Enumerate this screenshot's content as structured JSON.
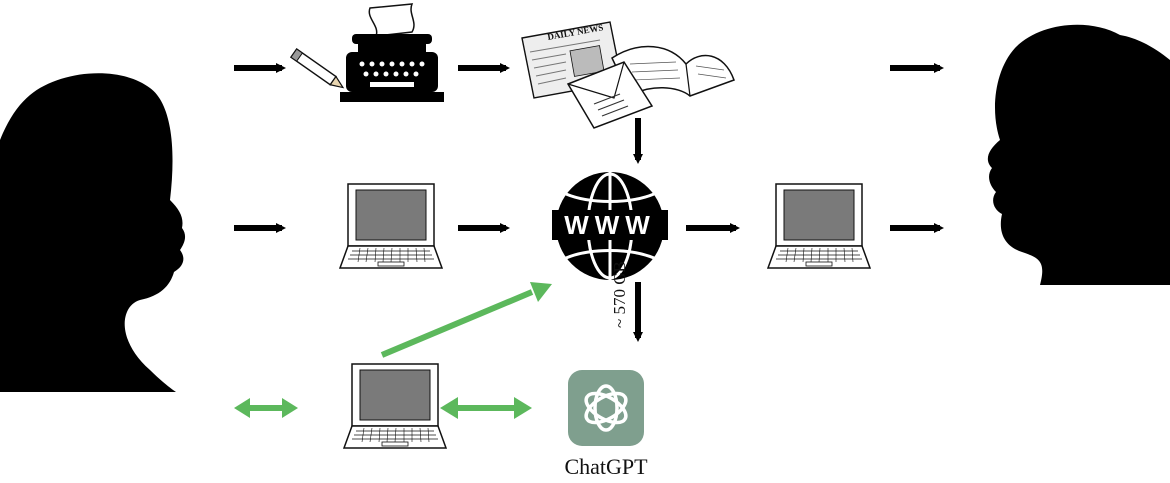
{
  "labels": {
    "www": "WWW",
    "newspaper_title": "DAILY NEWS",
    "data_size": "~ 570 GB",
    "chatgpt": "ChatGPT"
  },
  "colors": {
    "black": "#000000",
    "green": "#5cb85c",
    "screen_gray": "#7a7a7a",
    "chatgpt_tile": "#7f9f8e"
  },
  "icons": [
    "head-silhouette-icon",
    "pencil-icon",
    "typewriter-icon",
    "newspaper-icon",
    "envelope-icon",
    "book-icon",
    "laptop-icon",
    "globe-www-icon",
    "chatgpt-logo-icon"
  ]
}
